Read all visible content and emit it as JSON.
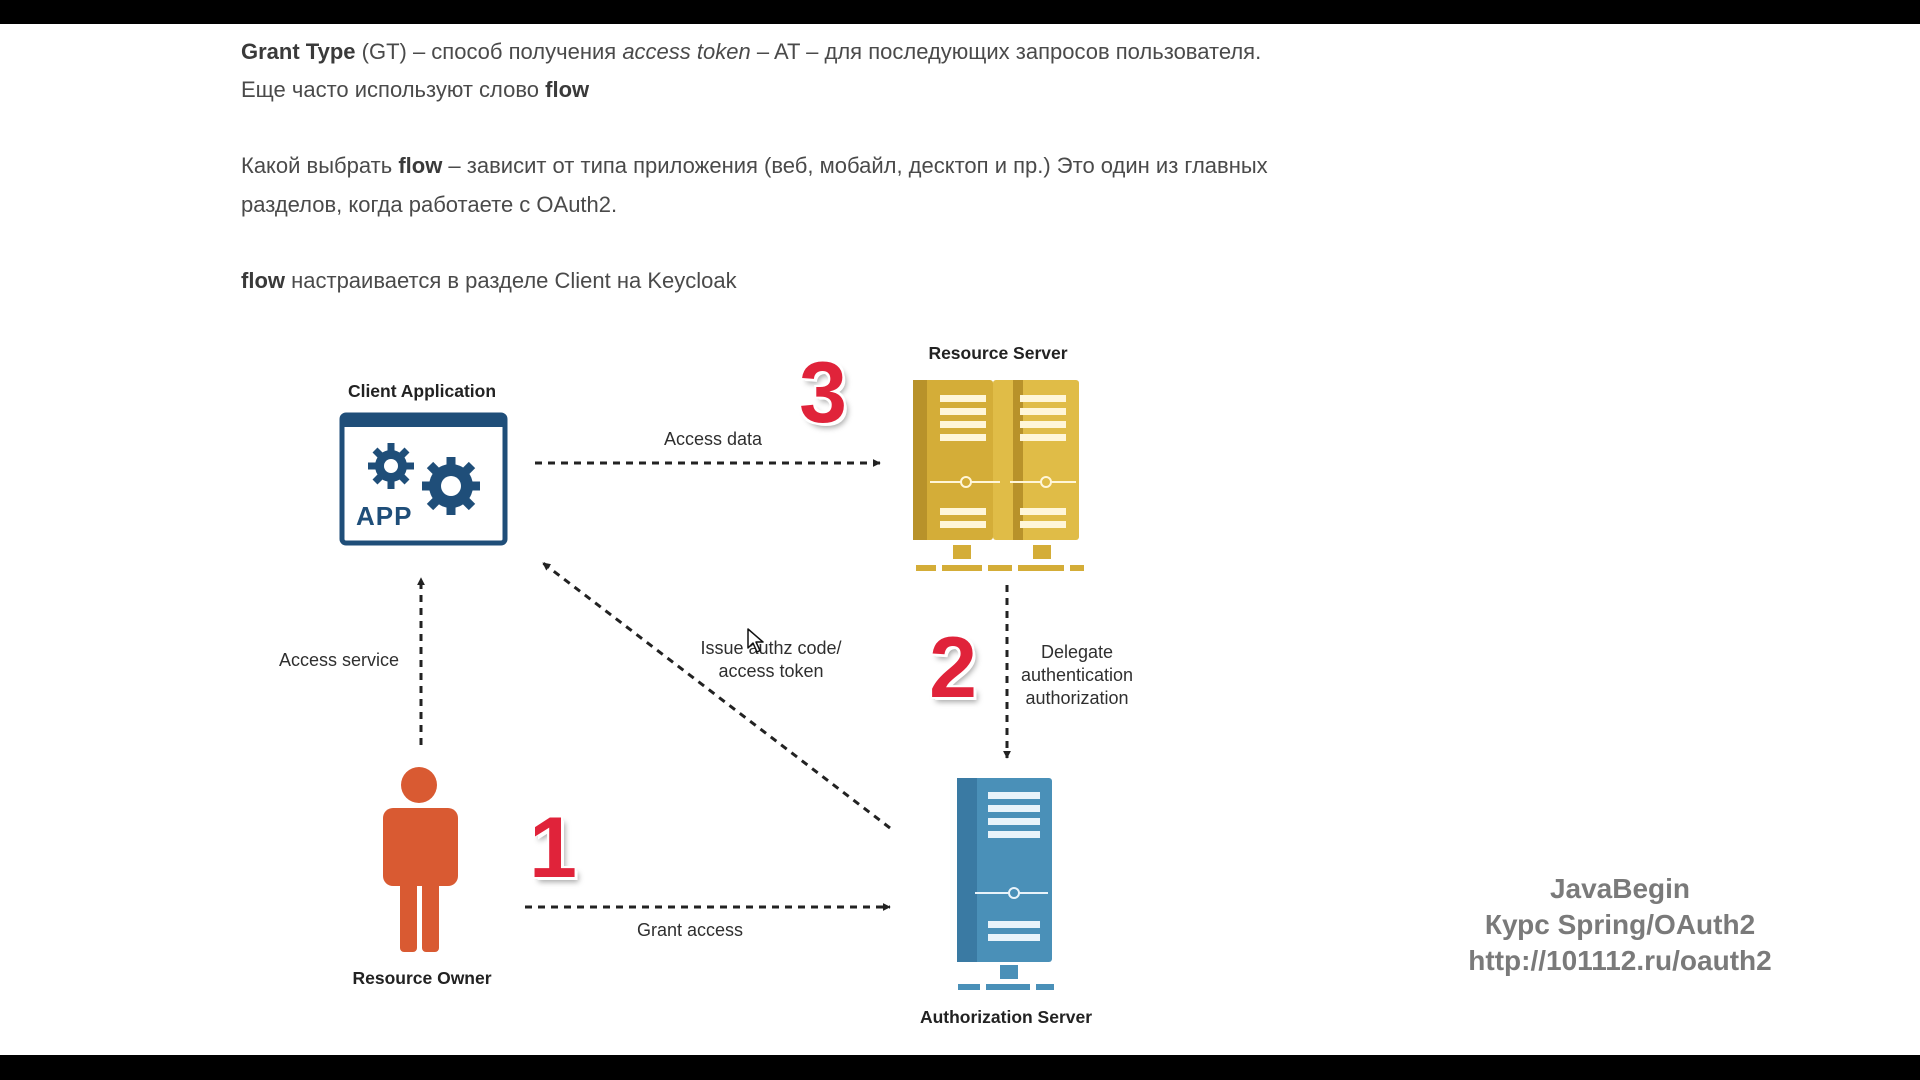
{
  "intro": {
    "p1_gt_term": "Grant Type",
    "p1_text_a": " (GT) – способ получения ",
    "p1_at_term": "access token",
    "p1_text_b": " – AT – для последующих запросов пользователя.",
    "p2_text": "Еще часто используют слово ",
    "p2_flow": "flow",
    "p3_text_a": "Какой выбрать ",
    "p3_flow": "flow",
    "p3_text_b": " – зависит от типа приложения (веб, мобайл, десктоп и пр.) Это один из главных",
    "p4_text": "разделов, когда работаете с OAuth2.",
    "p5_flow": "flow",
    "p5_text": " настраивается в разделе Client на Keycloak"
  },
  "diagram": {
    "client_title": "Client Application",
    "app_label": "APP",
    "resource_server_title": "Resource Server",
    "auth_server_title": "Authorization Server",
    "owner_title": "Resource Owner",
    "edge_access_data": "Access data",
    "edge_access_service": "Access service",
    "edge_issue_line1": "Issue authz code/",
    "edge_issue_line2": "access token",
    "edge_delegate_line1": "Delegate",
    "edge_delegate_line2": "authentication",
    "edge_delegate_line3": "authorization",
    "edge_grant_access": "Grant access",
    "step1": "1",
    "step2": "2",
    "step3": "3",
    "colors": {
      "client_blue": "#1f4e79",
      "resource_gold": "#d4ad38",
      "auth_blue": "#4a90b8",
      "owner_orange": "#d95a32",
      "step_red": "#e0233a"
    }
  },
  "watermark": {
    "line1": "JavaBegin",
    "line2": "Курс Spring/OAuth2",
    "line3": "http://101112.ru/oauth2"
  }
}
